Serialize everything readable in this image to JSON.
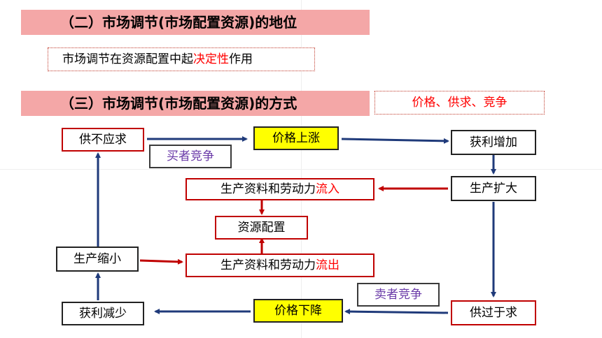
{
  "section2": {
    "title": "（二）市场调节(市场配置资源)的地位",
    "statement_prefix": "市场调节在资源配置中起",
    "statement_highlight": "决定性",
    "statement_suffix": "作用"
  },
  "section3": {
    "title": "（三）市场调节(市场配置资源)的方式",
    "methods": "价格、供求、竞争"
  },
  "diagram": {
    "supply_short": "供不应求",
    "buyer_competition": "买者竞争",
    "price_rise": "价格上涨",
    "profit_increase": "获利增加",
    "production_expand": "生产扩大",
    "inflow_prefix": "生产资料和劳动力",
    "inflow_highlight": "流入",
    "resource_allocation": "资源配置",
    "production_shrink": "生产缩小",
    "outflow_prefix": "生产资料和劳动力",
    "outflow_highlight": "流出",
    "seller_competition": "卖者竞争",
    "supply_excess": "供过于求",
    "price_fall": "价格下降",
    "profit_decrease": "获利减少"
  },
  "colors": {
    "banner": "#f4a7a7",
    "highlight_text": "#ff0000",
    "flow_arrow": "#1f3a7a",
    "resource_arrow": "#c00000",
    "price_box": "#ffff00",
    "competition_text": "#6a3aa8"
  }
}
